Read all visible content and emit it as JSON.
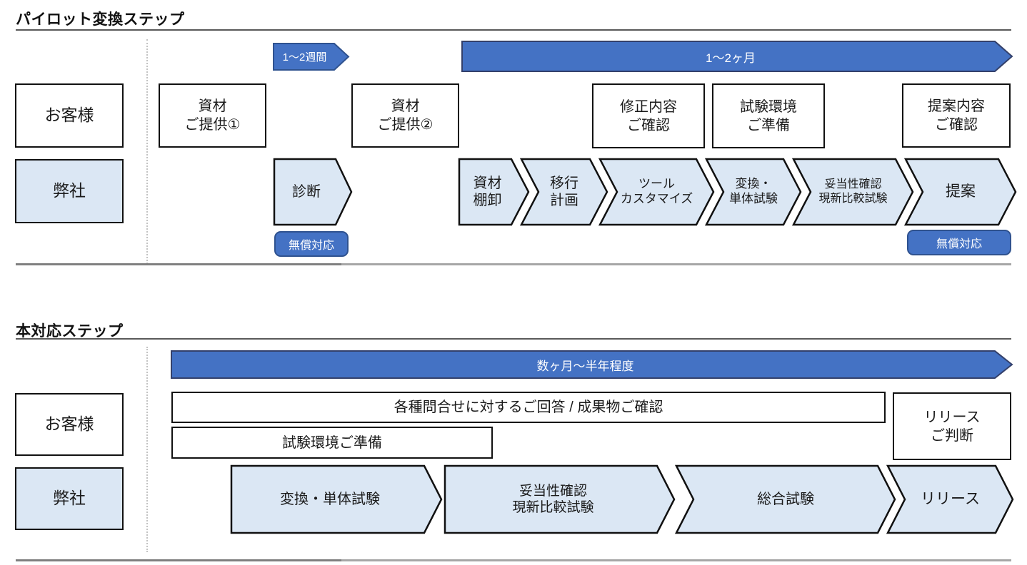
{
  "pilot": {
    "title": "パイロット変換ステップ",
    "duration_short": "1〜2週間",
    "duration_long": "1〜2ヶ月",
    "row_labels": {
      "customer": "お客様",
      "company": "弊社"
    },
    "customer_steps": [
      "資材\nご提供①",
      "資材\nご提供②",
      "修正内容\nご確認",
      "試験環境\nご準備",
      "提案内容\nご確認"
    ],
    "company_steps": [
      "診断",
      "資材\n棚卸",
      "移行\n計画",
      "ツール\nカスタマイズ",
      "変換・\n単体試験",
      "妥当性確認\n現新比較試験",
      "提案"
    ],
    "free_badge_left": "無償対応",
    "free_badge_right": "無償対応"
  },
  "main": {
    "title": "本対応ステップ",
    "duration": "数ヶ月〜半年程度",
    "row_labels": {
      "customer": "お客様",
      "company": "弊社"
    },
    "customer_steps": [
      "各種問合せに対するご回答 / 成果物ご確認",
      "試験環境ご準備",
      "リリース\nご判断"
    ],
    "company_steps": [
      "変換・単体試験",
      "妥当性確認\n現新比較試験",
      "総合試験",
      "リリース"
    ]
  },
  "colors": {
    "accent_blue": "#4472C4",
    "accent_blue_border": "#2F528F",
    "light_blue_fill": "#DBE7F4",
    "outline_black": "#111111",
    "divider_gray": "#7F7F7F"
  }
}
